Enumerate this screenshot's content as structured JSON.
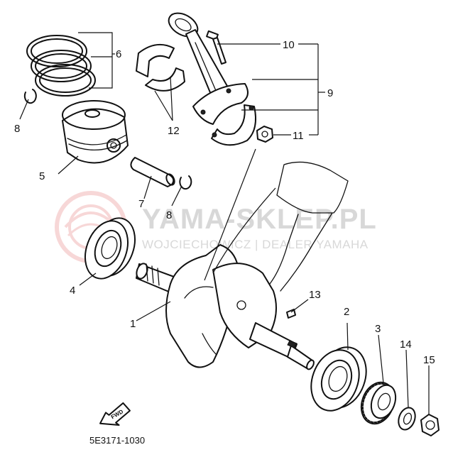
{
  "watermark": {
    "brand": "YAMA-SKLEP.PL",
    "tagline": "WOJCIECHOWICZ | DEALER YAMAHA",
    "logo_color": "#f2b8b8",
    "text_color": "#d8d8d8"
  },
  "callouts": [
    {
      "id": "c1",
      "label": "1"
    },
    {
      "id": "c2",
      "label": "2"
    },
    {
      "id": "c3",
      "label": "3"
    },
    {
      "id": "c4",
      "label": "4"
    },
    {
      "id": "c5",
      "label": "5"
    },
    {
      "id": "c6",
      "label": "6"
    },
    {
      "id": "c7",
      "label": "7"
    },
    {
      "id": "c8a",
      "label": "8"
    },
    {
      "id": "c8b",
      "label": "8"
    },
    {
      "id": "c9",
      "label": "9"
    },
    {
      "id": "c10",
      "label": "10"
    },
    {
      "id": "c11",
      "label": "11"
    },
    {
      "id": "c12",
      "label": "12"
    },
    {
      "id": "c13",
      "label": "13"
    },
    {
      "id": "c14",
      "label": "14"
    },
    {
      "id": "c15",
      "label": "15"
    }
  ],
  "diagram_code": "5E3171-1030",
  "fwd_arrow": {
    "label": "FWD"
  }
}
